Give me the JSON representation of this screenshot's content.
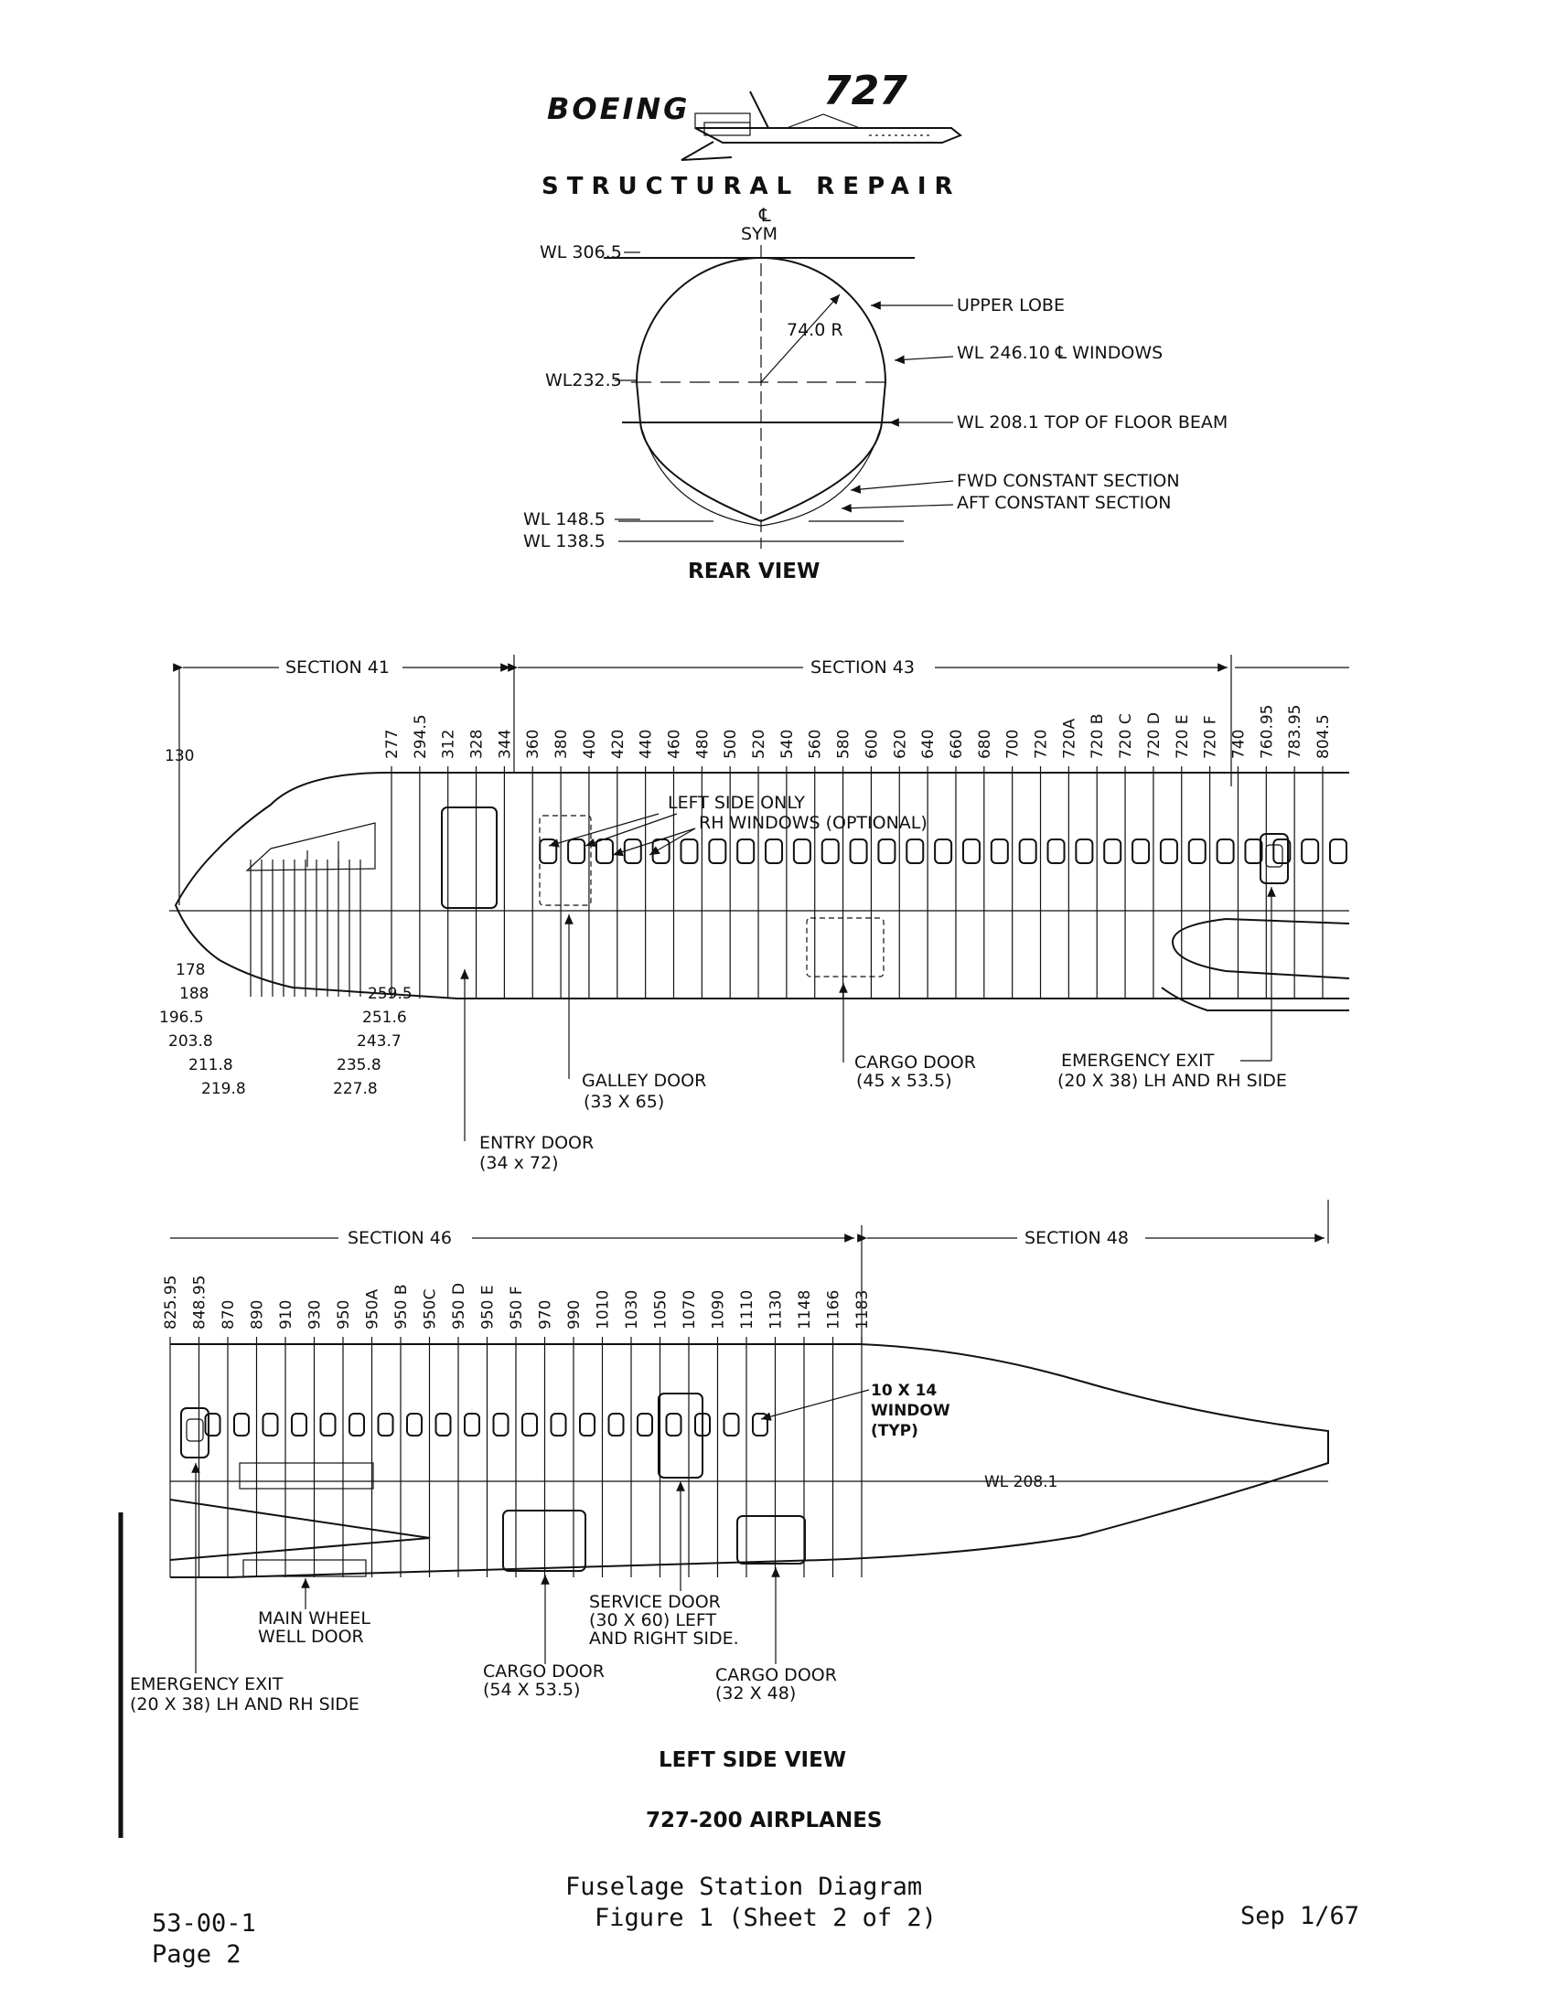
{
  "header": {
    "brand": "BOEING",
    "model": "727",
    "title": "STRUCTURAL REPAIR"
  },
  "rear_view": {
    "sym_label": "SYM",
    "cl_symbol": "℄",
    "wl_left": [
      "WL 306.5",
      "WL232.5",
      "WL 148.5",
      "WL 138.5"
    ],
    "radius": "74.0 R",
    "callouts": [
      "UPPER LOBE",
      "WL 246.10 ℄ WINDOWS",
      "WL 208.1 TOP OF FLOOR BEAM",
      "FWD CONSTANT SECTION",
      "AFT CONSTANT SECTION"
    ],
    "title": "REAR VIEW"
  },
  "fwd_view": {
    "sections": [
      "SECTION 41",
      "SECTION 43"
    ],
    "nose_station": "130",
    "stations": [
      "277",
      "294.5",
      "312",
      "328",
      "344",
      "360",
      "380",
      "400",
      "420",
      "440",
      "460",
      "480",
      "500",
      "520",
      "540",
      "560",
      "580",
      "600",
      "620",
      "640",
      "660",
      "680",
      "700",
      "720",
      "720A",
      "720 B",
      "720 C",
      "720 D",
      "720 E",
      "720 F",
      "740",
      "760.95",
      "783.95",
      "804.5"
    ],
    "frame_stations": [
      "178",
      "188",
      "196.5",
      "203.8",
      "211.8",
      "219.8",
      "227.8",
      "235.8",
      "243.7",
      "251.6",
      "259.5"
    ],
    "notes": [
      "LEFT SIDE ONLY",
      "RH WINDOWS (OPTIONAL)"
    ],
    "doors": [
      {
        "name": "GALLEY DOOR",
        "size": "(33 X 65)"
      },
      {
        "name": "ENTRY DOOR",
        "size": "(34 x 72)"
      },
      {
        "name": "CARGO DOOR",
        "size": "(45 x 53.5)"
      },
      {
        "name": "EMERGENCY EXIT",
        "size": "(20 X 38) LH AND RH SIDE"
      }
    ]
  },
  "aft_view": {
    "sections": [
      "SECTION 46",
      "SECTION 48"
    ],
    "stations": [
      "825.95",
      "848.95",
      "870",
      "890",
      "910",
      "930",
      "950",
      "950A",
      "950 B",
      "950C",
      "950 D",
      "950 E",
      "950 F",
      "970",
      "990",
      "1010",
      "1030",
      "1050",
      "1070",
      "1090",
      "1110",
      "1130",
      "1148",
      "1166",
      "1183"
    ],
    "window_note": [
      "10 X 14",
      "WINDOW",
      "(TYP)"
    ],
    "wl_label": "WL 208.1",
    "doors": [
      {
        "name": "MAIN WHEEL",
        "size": "WELL DOOR"
      },
      {
        "name": "SERVICE DOOR",
        "size": "(30 X 60) LEFT",
        "extra": "AND RIGHT SIDE."
      },
      {
        "name": "EMERGENCY EXIT",
        "size": "(20 X 38) LH AND RH SIDE"
      },
      {
        "name": "CARGO DOOR",
        "size": "(54 X 53.5)"
      },
      {
        "name": "CARGO DOOR",
        "size": "(32 X 48)"
      }
    ],
    "view_title": "LEFT SIDE VIEW",
    "airplanes": "727-200 AIRPLANES"
  },
  "footer": {
    "figure_title": "Fuselage Station Diagram",
    "figure_ref": "Figure 1 (Sheet 2 of 2)",
    "doc_number": "53-00-1",
    "page": "Page 2",
    "date": "Sep 1/67"
  }
}
